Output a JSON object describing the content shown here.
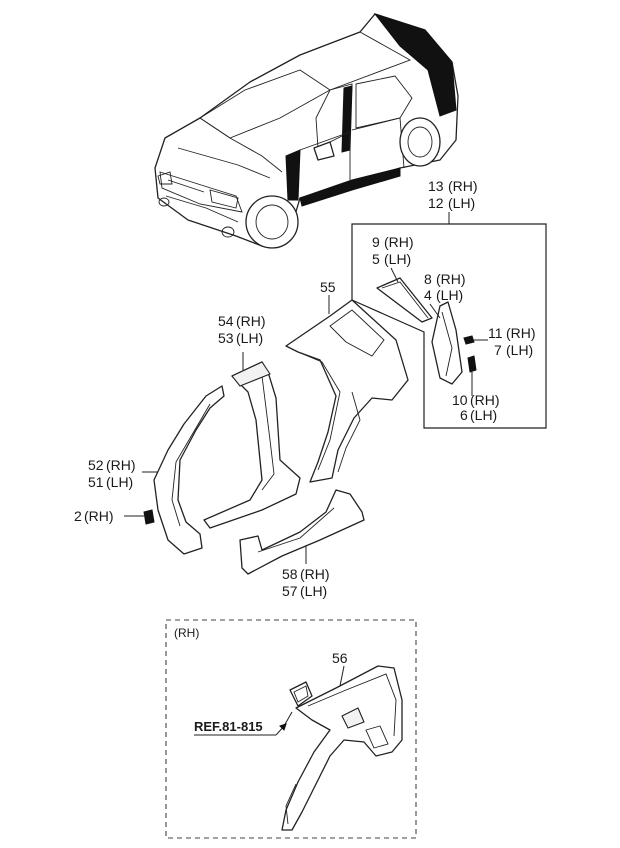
{
  "callouts": {
    "p13": "13",
    "p12": "12",
    "p9": "9",
    "p5": "5",
    "p8": "8",
    "p4": "4",
    "p11": "11",
    "p7": "7",
    "p10": "10",
    "p6": "6",
    "p55": "55",
    "p54": "54",
    "p53": "53",
    "p52": "52",
    "p51": "51",
    "p2": "2",
    "p58": "58",
    "p57": "57",
    "p56": "56"
  },
  "sides": {
    "rh": "(RH)",
    "lh": "(LH)"
  },
  "inset": {
    "side_label": "(RH)",
    "reference": "REF.81-815"
  }
}
